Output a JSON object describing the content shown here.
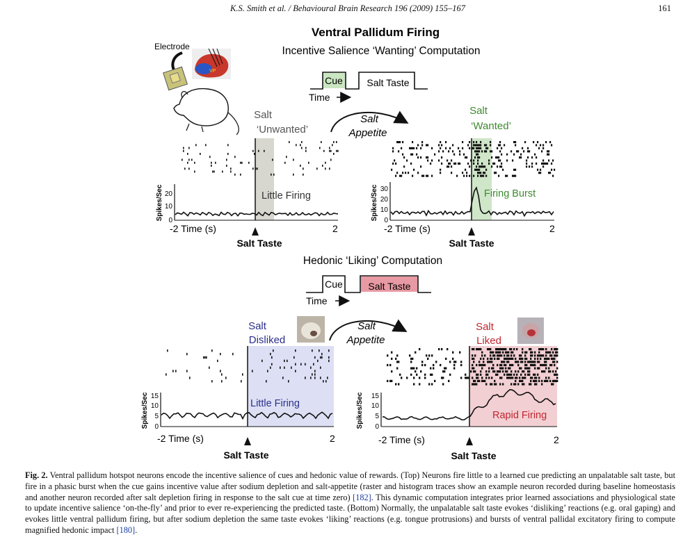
{
  "header": {
    "running_title": "K.S. Smith et al. / Behavioural Brain Research 196 (2009) 155–167",
    "page_number": "161"
  },
  "figure": {
    "title": "Ventral Pallidum Firing",
    "wanting_title": "Incentive Salience ‘Wanting’ Computation",
    "liking_title": "Hedonic ‘Liking’ Computation",
    "electrode_label": "Electrode",
    "vp_label": "VP",
    "cue_label": "Cue",
    "salt_taste_label": "Salt Taste",
    "time_label": "Time",
    "appetite_line1": "Salt",
    "appetite_line2": "Appetite",
    "panels": {
      "unwanted": {
        "line1": "Salt",
        "line2": "‘Unwanted’",
        "annotation": "Little Firing"
      },
      "wanted": {
        "line1": "Salt",
        "line2": "‘Wanted’",
        "annotation": "Firing Burst"
      },
      "disliked": {
        "line1": "Salt",
        "line2": "Disliked",
        "annotation": "Little Firing"
      },
      "liked": {
        "line1": "Salt",
        "line2": "Liked",
        "annotation": "Rapid Firing"
      }
    },
    "axis": {
      "ylabel": "Spikes/Sec",
      "x_start": "-2 Time (s)",
      "x_end": "2",
      "event_label": "Salt Taste"
    },
    "ticks_top_left": [
      "20",
      "10",
      "0"
    ],
    "ticks_top_right": [
      "30",
      "20",
      "10",
      "0"
    ],
    "ticks_bottom": [
      "15",
      "10",
      "5",
      "0"
    ],
    "colors": {
      "unwanted_band": "#d7d7cf",
      "wanted_band": "#cfe6c8",
      "disliked_band": "#dde0f4",
      "liked_band": "#f2cfd3",
      "cue_box": "#c9e6c1",
      "taste_box": "#e89aa4",
      "wanted_text": "#3c8a2e",
      "disliked_text": "#2b2f8c",
      "liked_text": "#c0262f"
    }
  },
  "caption": {
    "label": "Fig. 2.",
    "text": "Ventral pallidum hotspot neurons encode the incentive salience of cues and hedonic value of rewards. (Top) Neurons fire little to a learned cue predicting an unpalatable salt taste, but fire in a phasic burst when the cue gains incentive value after sodium depletion and salt-appetite (raster and histogram traces show an example neuron recorded during baseline homeostasis and another neuron recorded after salt depletion firing in response to the salt cue at time zero)",
    "ref1": "[182]",
    "text2": ". This dynamic computation integrates prior learned associations and physiological state to update incentive salience ‘on-the-fly’ and prior to ever re-experiencing the predicted taste. (Bottom) Normally, the unpalatable salt taste evokes ‘disliking’ reactions (e.g. oral gaping) and evokes little ventral pallidum firing, but after sodium depletion the same taste evokes ‘liking’ reactions (e.g. tongue protrusions) and bursts of ventral pallidal excitatory firing to compute magnified hedonic impact",
    "ref2": "[180]",
    "text3": "."
  }
}
